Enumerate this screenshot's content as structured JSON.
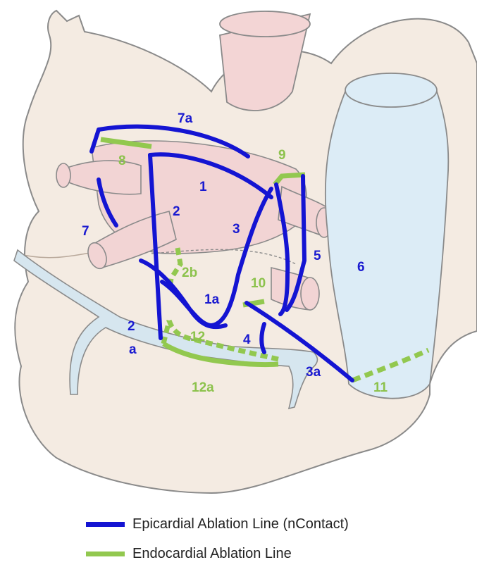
{
  "colors": {
    "epicardial": "#1414d2",
    "endocardial": "#92c84f",
    "heart_fill": "#f4ebe2",
    "heart_stroke": "#888888",
    "vein_fill": "#f3d5d5",
    "svc_fill": "#dcecf6",
    "sinus_fill": "#d6e6ef"
  },
  "labels": {
    "l7a": "7a",
    "l8": "8",
    "l9": "9",
    "l1": "1",
    "l2": "2",
    "l3": "3",
    "l7": "7",
    "l5": "5",
    "l6": "6",
    "l2b": "2b",
    "l10": "10",
    "l1a": "1a",
    "l2a_2": "2",
    "l2a_a": "a",
    "l12": "12",
    "l4": "4",
    "l3a": "3a",
    "l11": "11",
    "l12a": "12a"
  },
  "legend": {
    "epicardial": "Epicardial Ablation Line (nContact)",
    "endocardial": "Endocardial  Ablation Line"
  }
}
